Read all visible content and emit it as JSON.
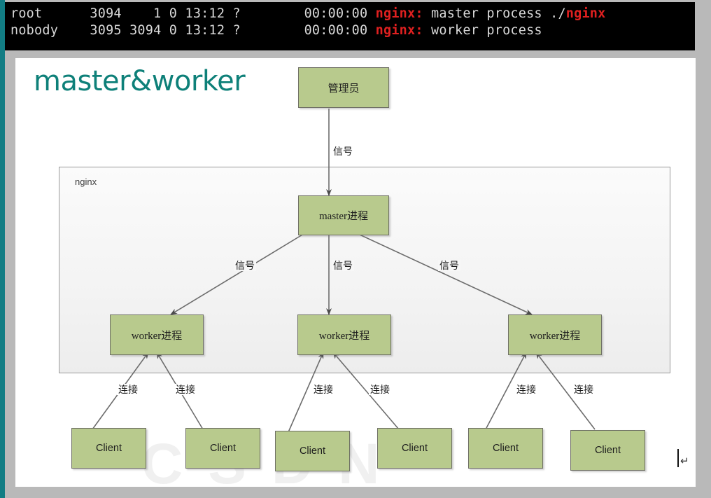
{
  "terminal": {
    "accent_color": "#127d84",
    "background": "#000000",
    "text_color": "#d8d8d8",
    "highlight_color": "#e02020",
    "lines": [
      {
        "user": "root",
        "pid": "3094",
        "ppid": "1",
        "c": "0",
        "stime": "13:12",
        "tty": "?",
        "time": "00:00:00",
        "cmd_prefix": "nginx:",
        "cmd_rest": " master process ",
        "cmd_suffix": "./nginx"
      },
      {
        "user": "nobody",
        "pid": "3095",
        "ppid": "3094",
        "c": "0",
        "stime": "13:12",
        "tty": "?",
        "time": "00:00:00",
        "cmd_prefix": "nginx:",
        "cmd_rest": " worker process",
        "cmd_suffix": ""
      }
    ]
  },
  "slide": {
    "title": "master&worker",
    "title_color": "#0e8079",
    "page_background": "#ffffff",
    "watermark_text": "CSDN",
    "container": {
      "label": "nginx",
      "fill": "#f4f4f4",
      "border": "#9a9a9a"
    },
    "node_fill": "#b8ca8d",
    "node_border": "#6f7065",
    "nodes": {
      "admin": "管理员",
      "master": "master进程",
      "workers": [
        "worker进程",
        "worker进程",
        "worker进程"
      ],
      "clients": [
        "Client",
        "Client",
        "Client",
        "Client",
        "Client",
        "Client"
      ]
    },
    "edge_labels": {
      "admin_to_master": "信号",
      "master_to_workers": [
        "信号",
        "信号",
        "信号"
      ],
      "clients_to_workers": [
        "连接",
        "连接",
        "连接",
        "连接",
        "连接",
        "连接"
      ]
    },
    "caret_glyph": "↵"
  }
}
